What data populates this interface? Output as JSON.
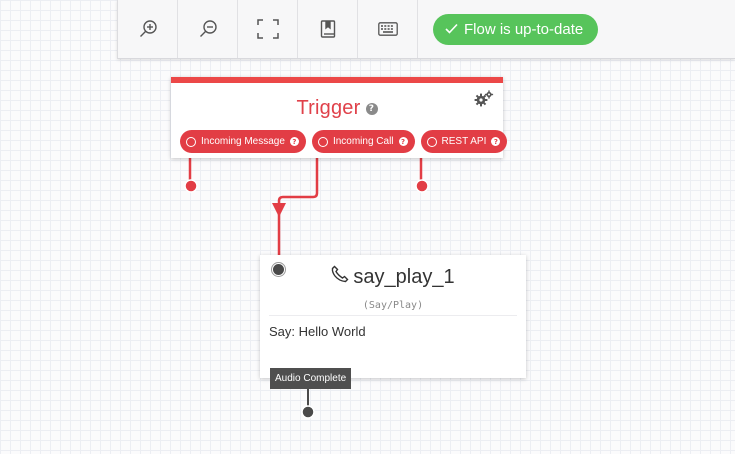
{
  "toolbar": {
    "buttons": [
      {
        "name": "zoom-in",
        "icon": "zoom-in-icon"
      },
      {
        "name": "zoom-out",
        "icon": "zoom-out-icon"
      },
      {
        "name": "fit-to-screen",
        "icon": "fullscreen-icon"
      },
      {
        "name": "notes",
        "icon": "book-icon"
      },
      {
        "name": "keyboard-shortcuts",
        "icon": "keyboard-icon"
      }
    ],
    "status": {
      "icon": "check-icon",
      "label": "Flow is up-to-date",
      "color": "#57c45b"
    }
  },
  "trigger": {
    "title": "Trigger",
    "help": "?",
    "settings_icon": "gears-icon",
    "accent": "#ec4848",
    "transitions": [
      {
        "label": "Incoming Message",
        "help": "?"
      },
      {
        "label": "Incoming Call",
        "help": "?"
      },
      {
        "label": "REST API",
        "help": "?"
      }
    ]
  },
  "widget": {
    "name": "say_play_1",
    "icon": "phone-icon",
    "type": "(Say/Play)",
    "body": "Say: Hello World",
    "transition_label": "Audio Complete"
  }
}
